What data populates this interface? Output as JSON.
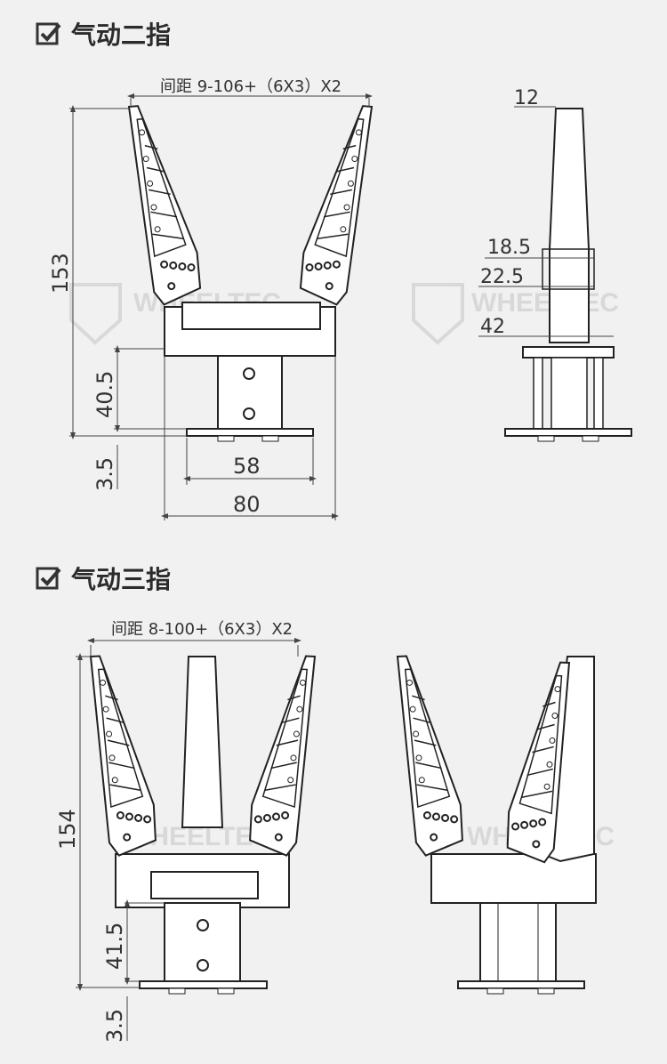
{
  "sections": [
    {
      "title": "气动二指",
      "dims": {
        "span": "间距 9-106+（6X3）X2",
        "height": "153",
        "lower": "40.5",
        "base": "3.5",
        "w58": "58",
        "w80": "80",
        "side_top": "12",
        "side_a": "18.5",
        "side_b": "22.5",
        "side_c": "42"
      }
    },
    {
      "title": "气动三指",
      "dims": {
        "span": "间距 8-100+（6X3）X2",
        "height": "154",
        "lower": "41.5",
        "base": "3.5"
      }
    }
  ],
  "watermark": "WHEELTEC"
}
